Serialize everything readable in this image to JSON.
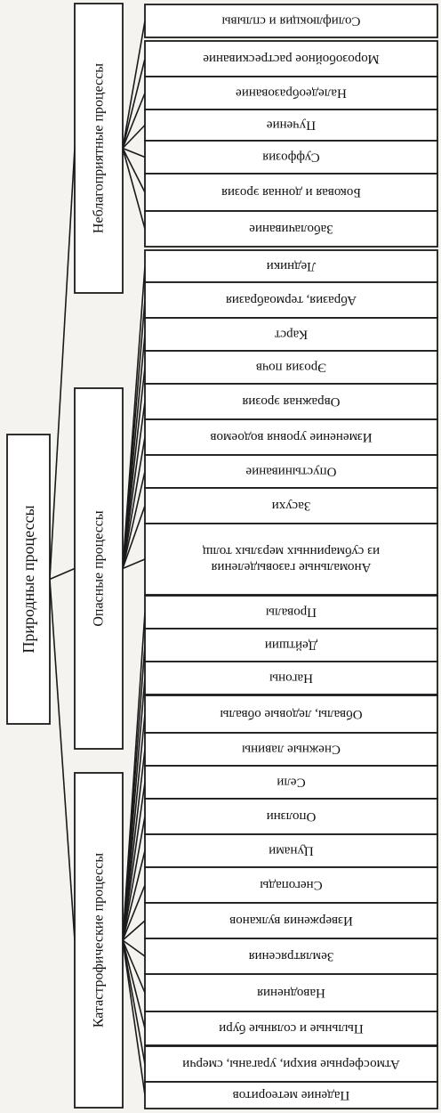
{
  "root": {
    "label": "Природные процессы"
  },
  "categories": [
    {
      "label": "Неблагоприятные процессы",
      "items": [
        "Солифлюкция и сплывы",
        "Морозобойное растрескивание",
        "Наледеобразование",
        "Пучение",
        "Суффозия",
        "Боковая и донная эрозия",
        "Заболачивание"
      ]
    },
    {
      "label": "Опасные процессы",
      "items": [
        "Ледники",
        "Абразия, термоабразия",
        "Карст",
        "Эрозия почв",
        "Овражная эрозия",
        "Изменение уровня водоемов",
        "Опустынивание",
        "Засухи",
        [
          "Аномальные газовыделения",
          "из субмаринных мерзлых толщ"
        ]
      ]
    },
    {
      "label": "Катастрофические процессы",
      "items": [
        "Провалы",
        "Дейтшии",
        "Нагоны",
        "Обвалы, ледовые обвалы",
        "Снежные лавины",
        "Сели",
        "Оползни",
        "Цунами",
        "Снегопады",
        "Извержения вулканов",
        "Землятрясения",
        "Наводнения",
        "Пыльные и соляные бури",
        "Атмосферные вихри, ураганы, смерчи",
        "Падение метеоритов"
      ]
    }
  ]
}
